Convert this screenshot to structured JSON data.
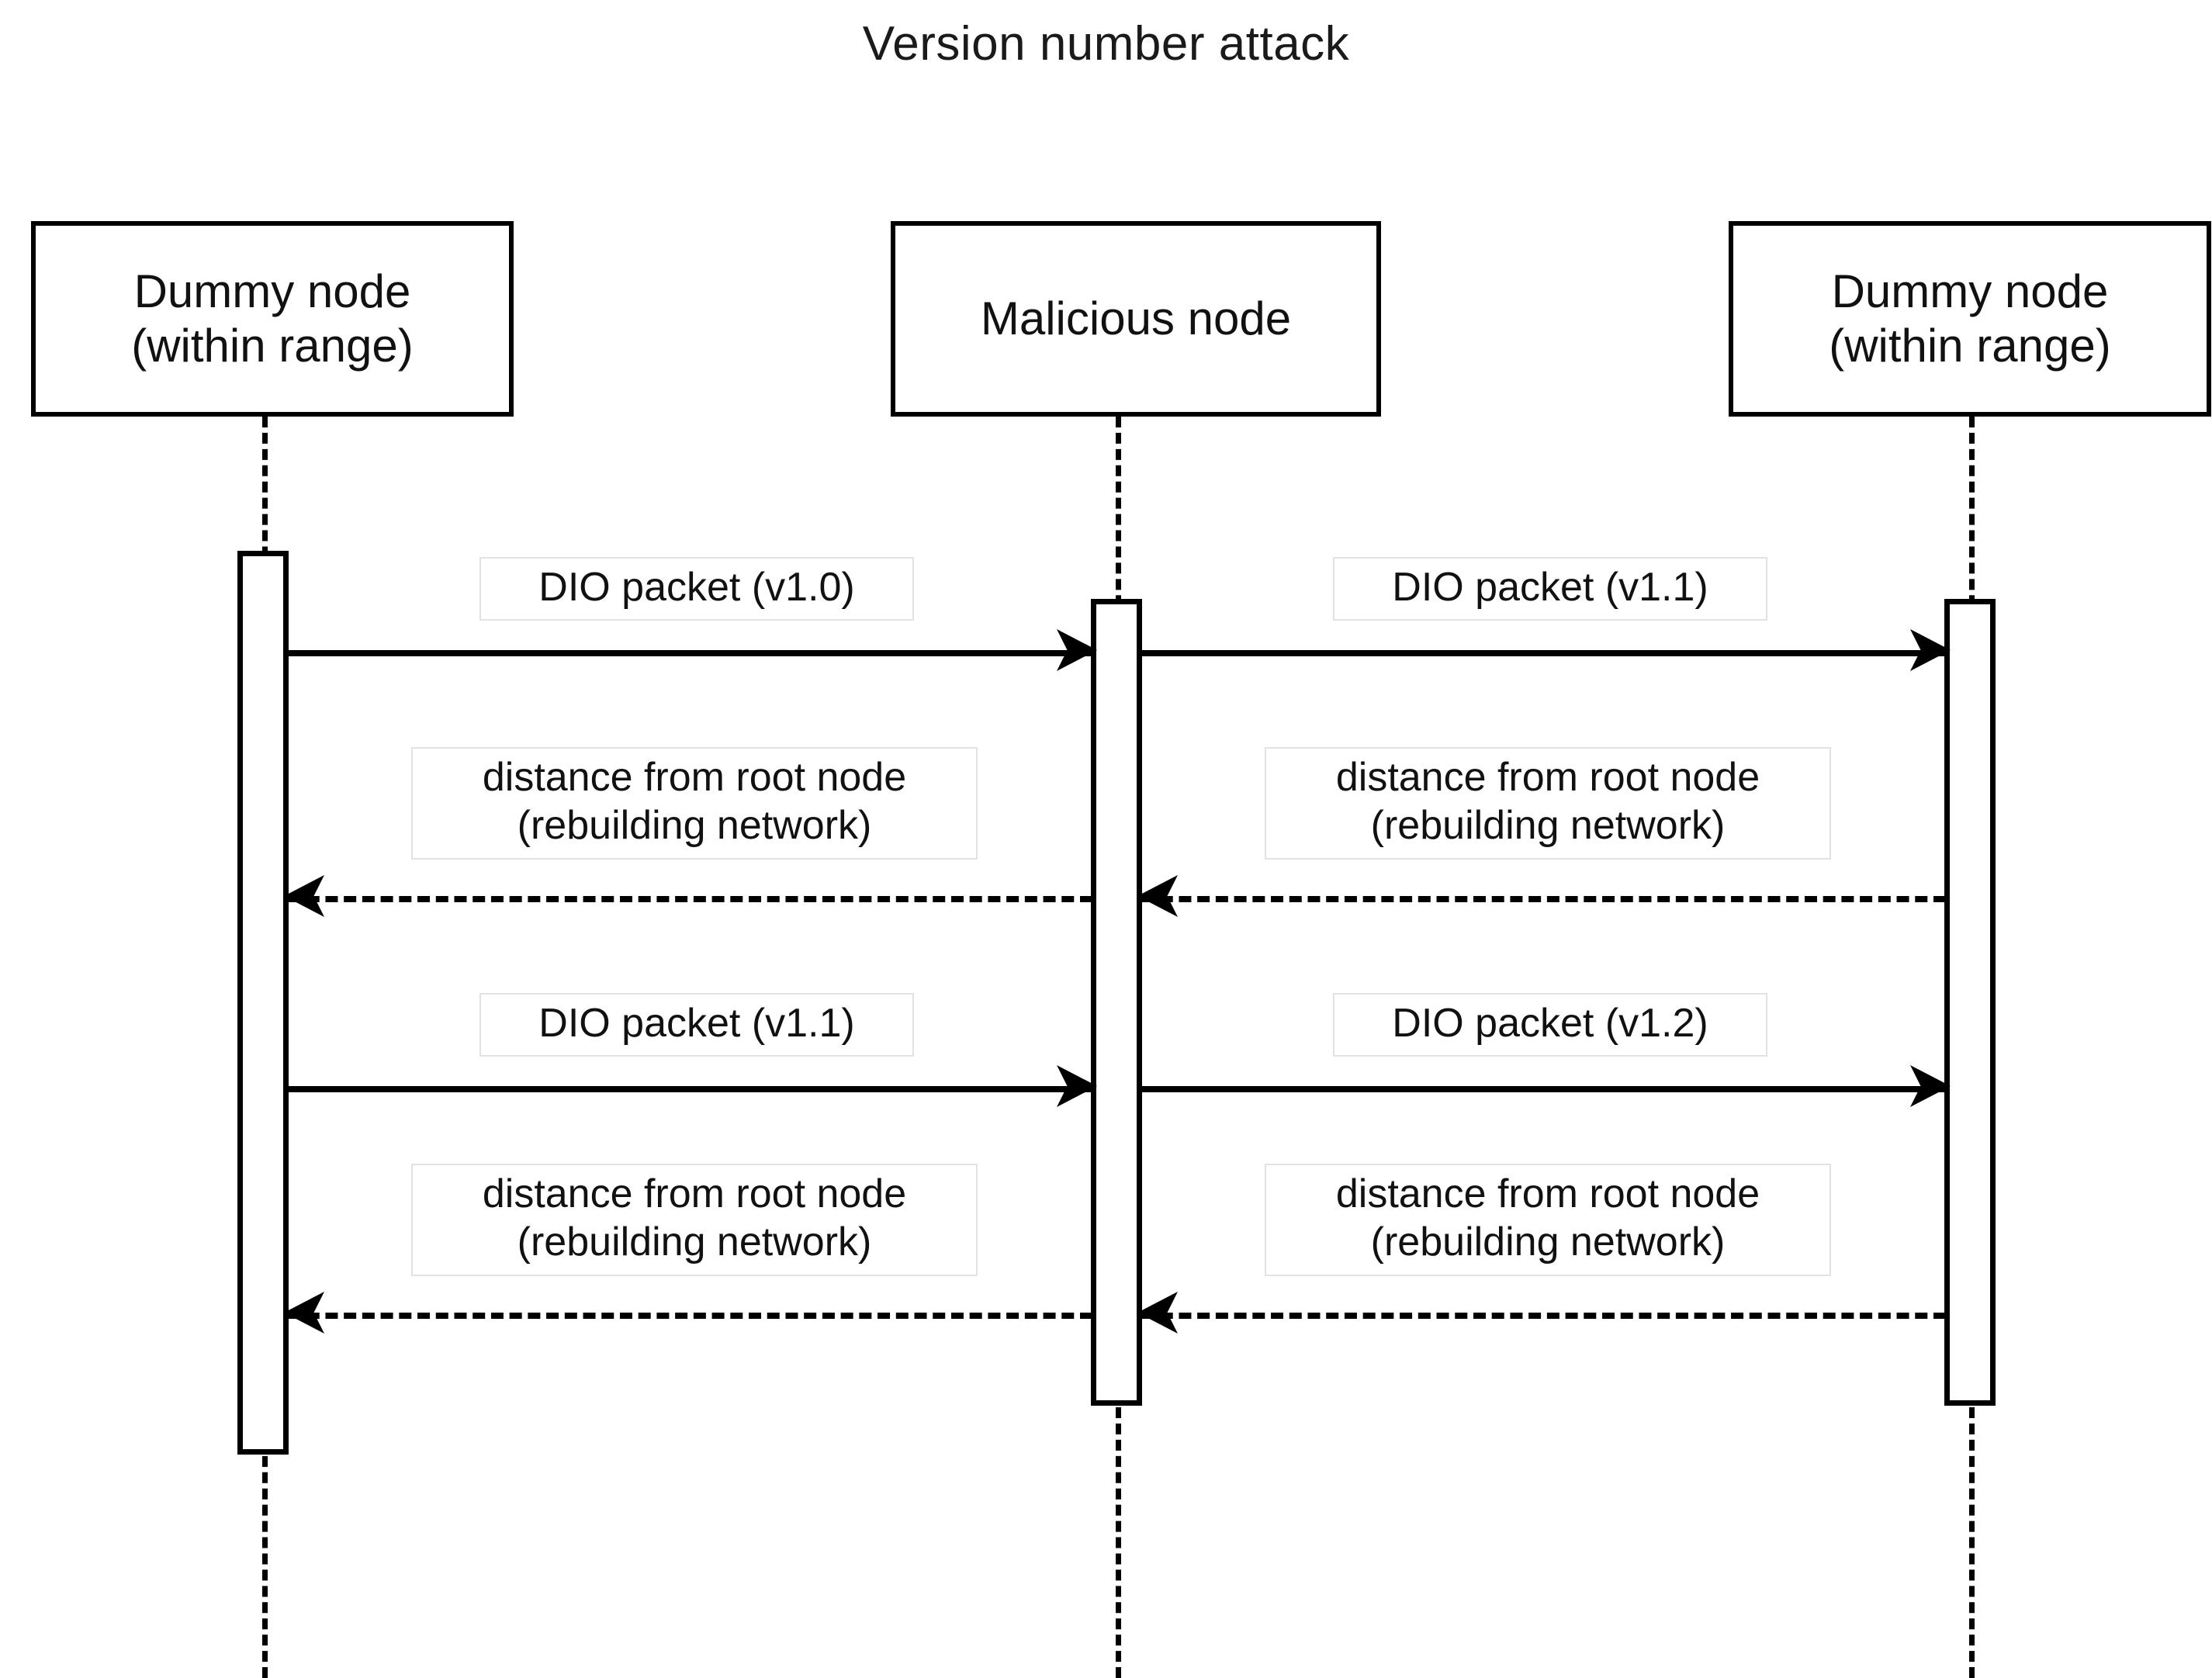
{
  "title": "Version number attack",
  "participants": [
    {
      "id": "dummy-left",
      "lines": [
        "Dummy node",
        "(within range)"
      ]
    },
    {
      "id": "malicious",
      "lines": [
        "Malicious node"
      ]
    },
    {
      "id": "dummy-right",
      "lines": [
        "Dummy node",
        "(within range)"
      ]
    }
  ],
  "messages": [
    {
      "id": "dio-v10",
      "from": "dummy-left",
      "to": "malicious",
      "kind": "call",
      "style": "solid",
      "direction": "right",
      "lines": [
        "DIO packet (v1.0)"
      ]
    },
    {
      "id": "dio-v11-right",
      "from": "malicious",
      "to": "dummy-right",
      "kind": "call",
      "style": "solid",
      "direction": "right",
      "lines": [
        "DIO packet (v1.1)"
      ]
    },
    {
      "id": "distance-1-left",
      "from": "malicious",
      "to": "dummy-left",
      "kind": "return",
      "style": "dashed",
      "direction": "left",
      "lines": [
        "distance from root node",
        "(rebuilding network)"
      ]
    },
    {
      "id": "distance-1-right",
      "from": "dummy-right",
      "to": "malicious",
      "kind": "return",
      "style": "dashed",
      "direction": "left",
      "lines": [
        "distance from root node",
        "(rebuilding network)"
      ]
    },
    {
      "id": "dio-v11-left",
      "from": "dummy-left",
      "to": "malicious",
      "kind": "call",
      "style": "solid",
      "direction": "right",
      "lines": [
        "DIO packet (v1.1)"
      ]
    },
    {
      "id": "dio-v12",
      "from": "malicious",
      "to": "dummy-right",
      "kind": "call",
      "style": "solid",
      "direction": "right",
      "lines": [
        "DIO packet (v1.2)"
      ]
    },
    {
      "id": "distance-2-left",
      "from": "malicious",
      "to": "dummy-left",
      "kind": "return",
      "style": "dashed",
      "direction": "left",
      "lines": [
        "distance from root node",
        "(rebuilding network)"
      ]
    },
    {
      "id": "distance-2-right",
      "from": "dummy-right",
      "to": "malicious",
      "kind": "return",
      "style": "dashed",
      "direction": "left",
      "lines": [
        "distance from root node",
        "(rebuilding network)"
      ]
    }
  ],
  "colors": {
    "stroke": "#000000",
    "background": "#ffffff",
    "label_border": "#e2e2e2",
    "text": "#111111"
  }
}
